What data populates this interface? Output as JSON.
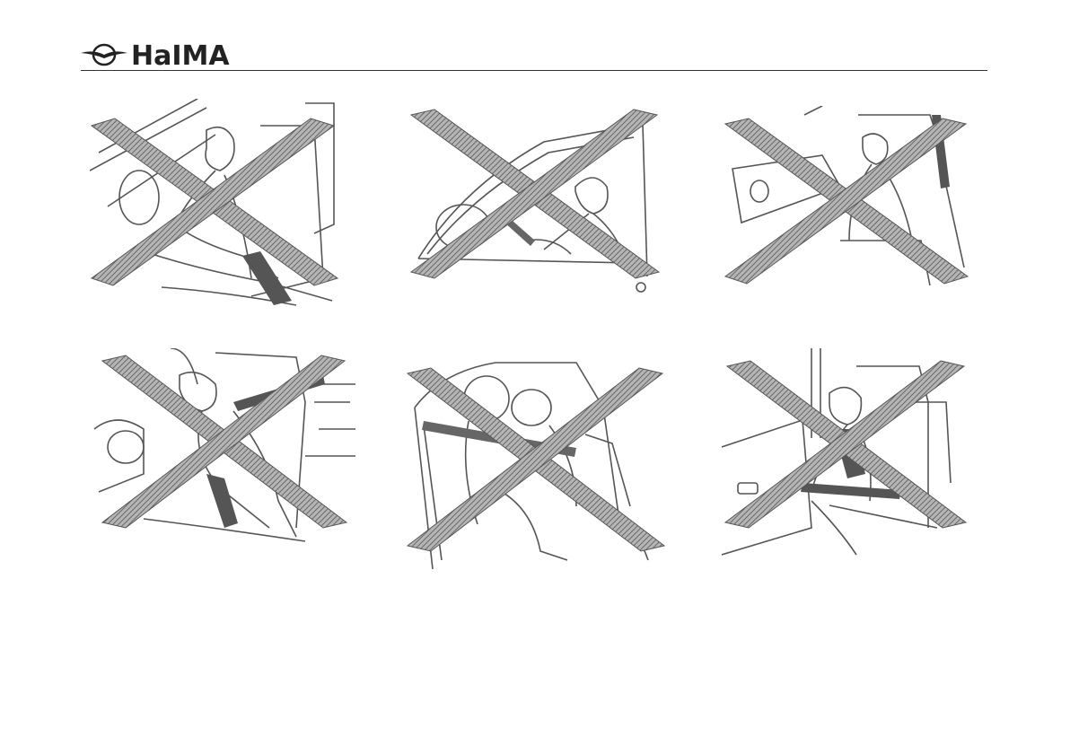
{
  "header": {
    "brand_text": "HaIMA",
    "logo_icon": "haima-emblem-icon",
    "rule_color": "#333333"
  },
  "illustrations": [
    {
      "id": "driver-leaning-forward",
      "mark": "cross-icon"
    },
    {
      "id": "belt-behind-passenger",
      "mark": "cross-icon"
    },
    {
      "id": "belt-under-arm",
      "mark": "cross-icon"
    },
    {
      "id": "seat-reclined",
      "mark": "cross-icon"
    },
    {
      "id": "belt-around-two-people",
      "mark": "cross-icon"
    },
    {
      "id": "child-adult-belt",
      "mark": "cross-icon"
    }
  ],
  "colors": {
    "line_art": "#555555",
    "cross_fill": "#9a9a9a",
    "cross_edge": "#555555"
  }
}
